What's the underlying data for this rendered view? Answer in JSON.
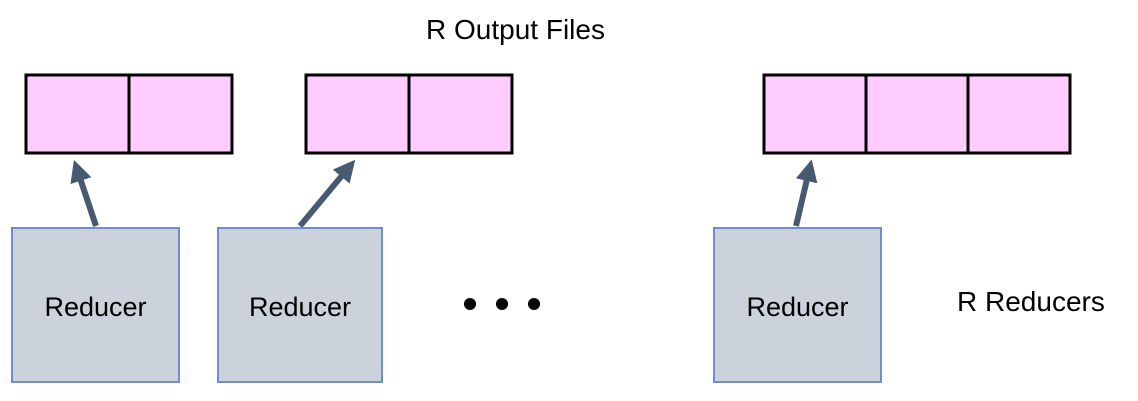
{
  "title": "R Output Files",
  "side_label": "R Reducers",
  "colors": {
    "file_fill": "#ffccff",
    "file_stroke": "#000000",
    "reducer_fill": "#cbd2dc",
    "reducer_stroke": "#6f8ecb",
    "arrow": "#475a72"
  },
  "reducers": [
    {
      "label": "Reducer",
      "output_file_count": 2
    },
    {
      "label": "Reducer",
      "output_file_count": 2
    },
    {
      "label": "Reducer",
      "output_file_count": 3
    }
  ],
  "ellipsis": "• • •"
}
